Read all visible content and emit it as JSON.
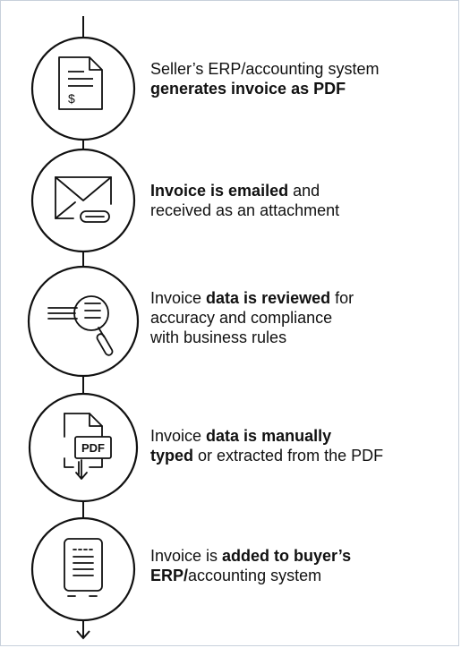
{
  "steps": [
    {
      "icon": "invoice-document-dollar-icon",
      "line1": "Seller’s ERP/accounting system",
      "line2_bold": "generates invoice as PDF"
    },
    {
      "icon": "envelope-attachment-icon",
      "line1_bold": "Invoice is emailed",
      "line1_rest": " and",
      "line2": "received as an attachment"
    },
    {
      "icon": "magnifier-review-icon",
      "line1_pre": "Invoice ",
      "line1_bold": "data is reviewed",
      "line1_rest": " for",
      "line2": "accuracy and compliance",
      "line3": "with business rules"
    },
    {
      "icon": "pdf-document-download-icon",
      "pdf_label": "PDF",
      "line1_pre": "Invoice ",
      "line1_bold": "data is manually",
      "line2_bold": "typed",
      "line2_rest": " or extracted from the PDF"
    },
    {
      "icon": "tablet-device-icon",
      "line1_pre": "Invoice is ",
      "line1_bold": "added to buyer’s",
      "line2_bold": "ERP/",
      "line2_rest": "accounting system"
    }
  ],
  "colors": {
    "stroke": "#111111",
    "frame": "#c8d0db",
    "background": "#ffffff"
  }
}
